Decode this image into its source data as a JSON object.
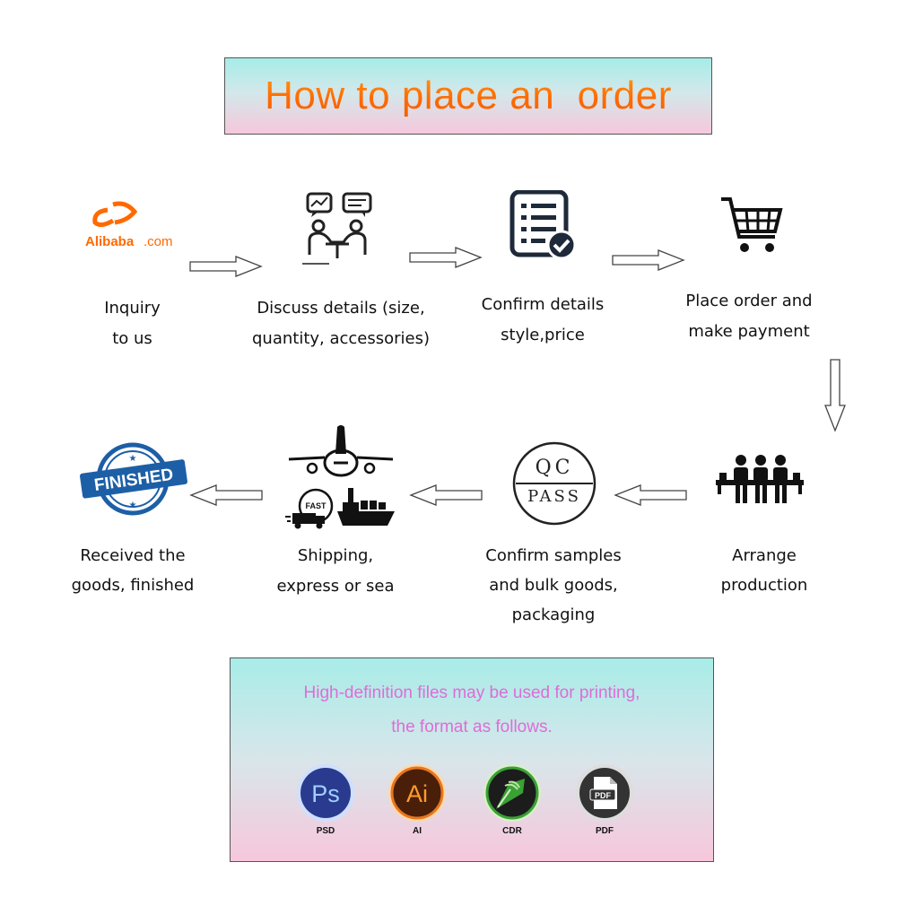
{
  "title": "How to place an  order",
  "steps": [
    {
      "lines": [
        "Inquiry",
        "to us"
      ],
      "icon": "alibaba-logo-icon",
      "logo_text": "Alibaba",
      "logo_suffix": ".com"
    },
    {
      "lines": [
        "Discuss details (size,",
        "quantity, accessories)"
      ],
      "icon": "meeting-discussion-icon"
    },
    {
      "lines": [
        "Confirm details",
        "style,price"
      ],
      "icon": "checklist-icon"
    },
    {
      "lines": [
        "Place order and",
        "make payment"
      ],
      "icon": "shopping-cart-icon"
    },
    {
      "lines": [
        "Arrange",
        "production"
      ],
      "icon": "production-workers-icon"
    },
    {
      "lines": [
        "Confirm samples",
        "and bulk goods,",
        "packaging"
      ],
      "icon": "qc-pass-stamp-icon",
      "stamp_top": "QC",
      "stamp_bottom": "PASS"
    },
    {
      "lines": [
        "Shipping,",
        "express or sea"
      ],
      "icon": "shipping-plane-truck-ship-icon",
      "fast_text": "FAST"
    },
    {
      "lines": [
        "Received the",
        "goods, finished"
      ],
      "icon": "finished-stamp-icon",
      "stamp_text": "FINISHED"
    }
  ],
  "files_section": {
    "line1": "High-definition files may be used for printing,",
    "line2": "the format as follows.",
    "formats": [
      {
        "icon_text": "Ps",
        "label": "PSD",
        "icon": "photoshop-icon",
        "color": "#2a3b8f"
      },
      {
        "icon_text": "Ai",
        "label": "AI",
        "icon": "illustrator-icon",
        "color": "#e8761e"
      },
      {
        "icon_text": "",
        "label": "CDR",
        "icon": "coreldraw-icon",
        "color": "#3aa135"
      },
      {
        "icon_text": "PDF",
        "label": "PDF",
        "icon": "pdf-icon",
        "color": "#333333"
      }
    ]
  },
  "colors": {
    "title_orange": "#ff7a10",
    "files_text": "#e06bd8",
    "alibaba_orange": "#ff6a00"
  }
}
